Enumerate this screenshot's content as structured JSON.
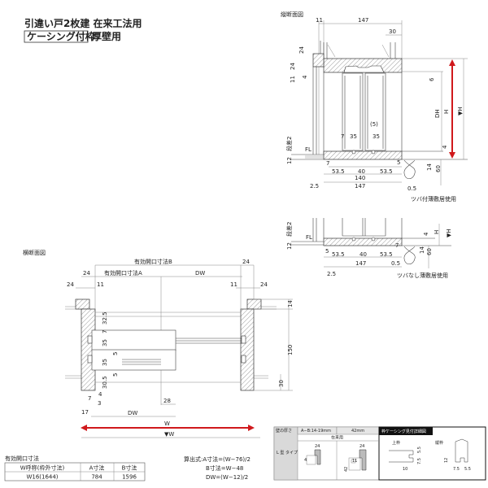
{
  "title": {
    "line1": "引違い戸2枚建 在来工法用",
    "badge": "ケーシング付枠",
    "line2": "厚壁用"
  },
  "vertical_section": {
    "label": "縦断面図",
    "dims": {
      "d11": "11",
      "d147top": "147",
      "d30": "30",
      "d24a": "24",
      "d24b": "24",
      "d11b": "11",
      "d4a": "4",
      "d6": "6",
      "dh": "DH",
      "h": "H",
      "h_mark": "▼H",
      "d5p": "(5)",
      "d7": "7",
      "d35a": "35",
      "d35b": "35",
      "step": "段差2",
      "fl": "FL",
      "d12": "12",
      "d4b": "4",
      "d7b": "7",
      "d53a": "53.5",
      "d40": "40",
      "d53b": "53.5",
      "d5": "5",
      "d14": "14",
      "d60": "60",
      "d140": "140",
      "d147": "147",
      "d25": "2.5",
      "d05": "0.5"
    },
    "note": "ツバ付薄敷居使用"
  },
  "sill_section": {
    "dims": {
      "step": "段差2",
      "d12": "12",
      "fl": "FL",
      "d5": "5",
      "d53a": "53.5",
      "d40": "40",
      "d53b": "53.5",
      "d7": "7",
      "d05": "0.5",
      "d147": "147",
      "d25": "2.5",
      "d14": "14",
      "d60": "60",
      "d4": "4",
      "h": "H",
      "h_mark": "▼H"
    },
    "note": "ツバなし薄敷居使用"
  },
  "horizontal_section": {
    "label": "横断面図",
    "dims": {
      "openB": "有効開口寸法B",
      "d24r1": "24",
      "d24l1": "24",
      "openA": "有効開口寸法A",
      "dw_top": "DW",
      "d24l2": "24",
      "d11l": "11",
      "d11r": "11",
      "d24r2": "24",
      "v325": "32.5",
      "v7": "7",
      "v35a": "35",
      "v5a": "5",
      "v35b": "35",
      "v5b": "5",
      "v305": "30.5",
      "d4": "4",
      "d7": "7",
      "d3": "3",
      "d17": "17",
      "d28": "28",
      "dw_bottom": "DW",
      "w": "W",
      "w_mark": "▼W",
      "d14": "14",
      "d150": "150",
      "d30": "30"
    }
  },
  "opening_table": {
    "caption": "有効開口寸法",
    "headers": [
      "W呼称(枠外寸法)",
      "A寸法",
      "B寸法"
    ],
    "rows": [
      [
        "W16(1644)",
        "784",
        "1596"
      ]
    ]
  },
  "formulas": {
    "line1": "算出式:A寸法=(W−76)/2",
    "line2": "B寸法=W−48",
    "line3": "DW=(W−12)/2"
  },
  "casing_table": {
    "wall_label": "壁の厚さ",
    "col1": "A−B:14-19mm",
    "col2": "42mm",
    "detail_title": "枠ケーシング見付詳細図",
    "sub": "在来用",
    "type": "L 型 タイプ",
    "c1_24": "24",
    "c1_4": "4",
    "c2_24": "24",
    "c2_42": "42",
    "c2_11": "11",
    "top_label": "上枠",
    "top_55": "5.5",
    "top_75": "7.5",
    "top_10": "10",
    "side_label": "縦枠",
    "side_12": "12",
    "side_75": "7.5",
    "side_55": "5.5"
  },
  "colors": {
    "accent_red": "#d0191c",
    "header_black": "#111111",
    "gray_cell": "#d9d9d9"
  }
}
